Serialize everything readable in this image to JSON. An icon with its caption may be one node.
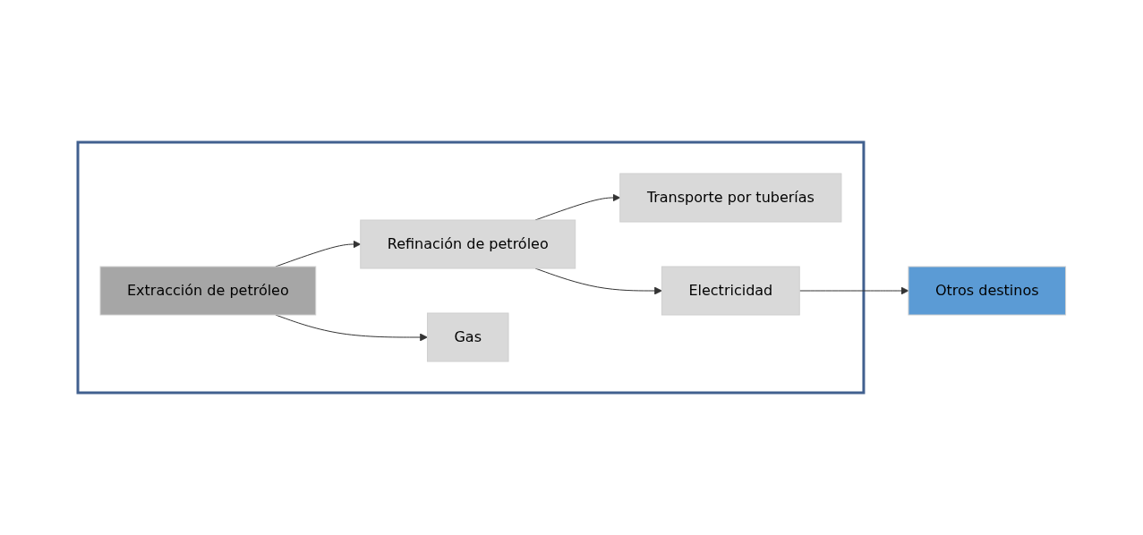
{
  "diagram": {
    "nodes": [
      {
        "text": [],
        "shape": "box"
      },
      {
        "text": [
          "Extracción de petróleo"
        ],
        "in": 0
      },
      {
        "text": [
          "Refinación de petróleo"
        ],
        "in": 0
      },
      {
        "text": [
          "Transporte por tuberías"
        ],
        "in": 0
      },
      {
        "text": [
          "Electricidad"
        ],
        "in": 0
      },
      {
        "text": [
          "Gas"
        ],
        "in": 0
      },
      {
        "text": [
          "Otros destinos"
        ]
      }
    ],
    "edges": [
      {
        "from": 1,
        "to": 2,
        "arrow": "to"
      },
      {
        "from": 2,
        "to": 3,
        "arrow": "to"
      },
      {
        "from": 2,
        "to": 4,
        "arrow": "to"
      },
      {
        "from": 1,
        "to": 5,
        "arrow": "to"
      },
      {
        "from": 4,
        "to": 6,
        "arrow": "to"
      }
    ]
  }
}
